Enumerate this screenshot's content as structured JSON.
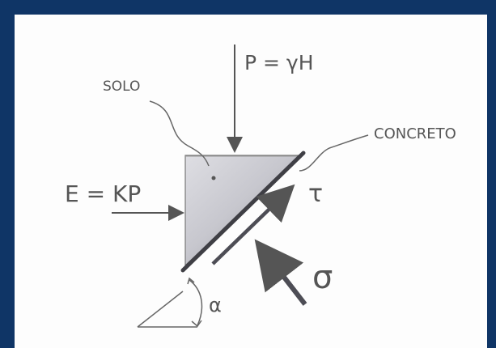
{
  "labels": {
    "vertical_load": "P = γH",
    "soil": "SOLO",
    "concrete": "CONCRETO",
    "horizontal_thrust": "E = KP",
    "shear_stress": "τ",
    "normal_stress": "σ",
    "angle": "α"
  },
  "colors": {
    "background_border": "#0f3566",
    "paper": "#fdfdfd",
    "ink": "#555555",
    "soil_fill": "#c9c9cf",
    "concrete_line": "#3f3f45"
  }
}
